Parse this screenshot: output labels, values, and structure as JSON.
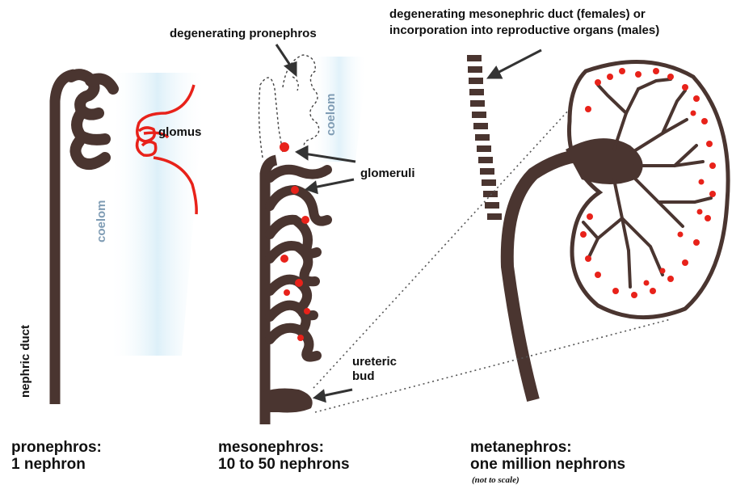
{
  "labels": {
    "degenerating_pronephros": "degenerating pronephros",
    "degenerating_mesonephric_line1": "degenerating mesonephric duct (females) or",
    "degenerating_mesonephric_line2": "incorporation into reproductive organs (males)",
    "glomus": "glomus",
    "glomeruli": "glomeruli",
    "coelom_left": "coelom",
    "coelom_middle": "coelom",
    "nephric_duct": "nephric duct",
    "ureteric_line1": "ureteric",
    "ureteric_line2": "bud"
  },
  "stages": [
    {
      "name": "pronephros:",
      "count": "1 nephron"
    },
    {
      "name": "mesonephros:",
      "count": "10 to 50 nephrons"
    },
    {
      "name": "metanephros:",
      "count": "one million nephrons"
    }
  ],
  "note": "(not to scale)",
  "colors": {
    "duct": "#4a3530",
    "glomerulus": "#e8221a",
    "coelom": "#d9eef8",
    "text": "#111111",
    "coelom_text": "#7f9cb4"
  }
}
